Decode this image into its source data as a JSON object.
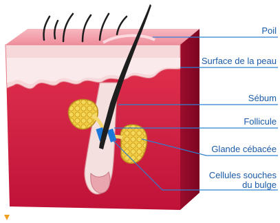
{
  "diagram": {
    "labels": {
      "poil": "Poil",
      "surface": "Surface de la peau",
      "sebum": "Sébum",
      "follicule": "Follicule",
      "glande": "Glande cébacée",
      "cellules_line1": "Cellules souches",
      "cellules_line2": "du bulge"
    },
    "colors": {
      "label_text": "#1a5aa8",
      "leader_line": "#2f7fd0",
      "dermis": "#c8143c",
      "epidermis": "#f4a7b0",
      "gland": "#f0c83a",
      "stem_cells": "#1c78d8",
      "hair": "#222222"
    }
  }
}
